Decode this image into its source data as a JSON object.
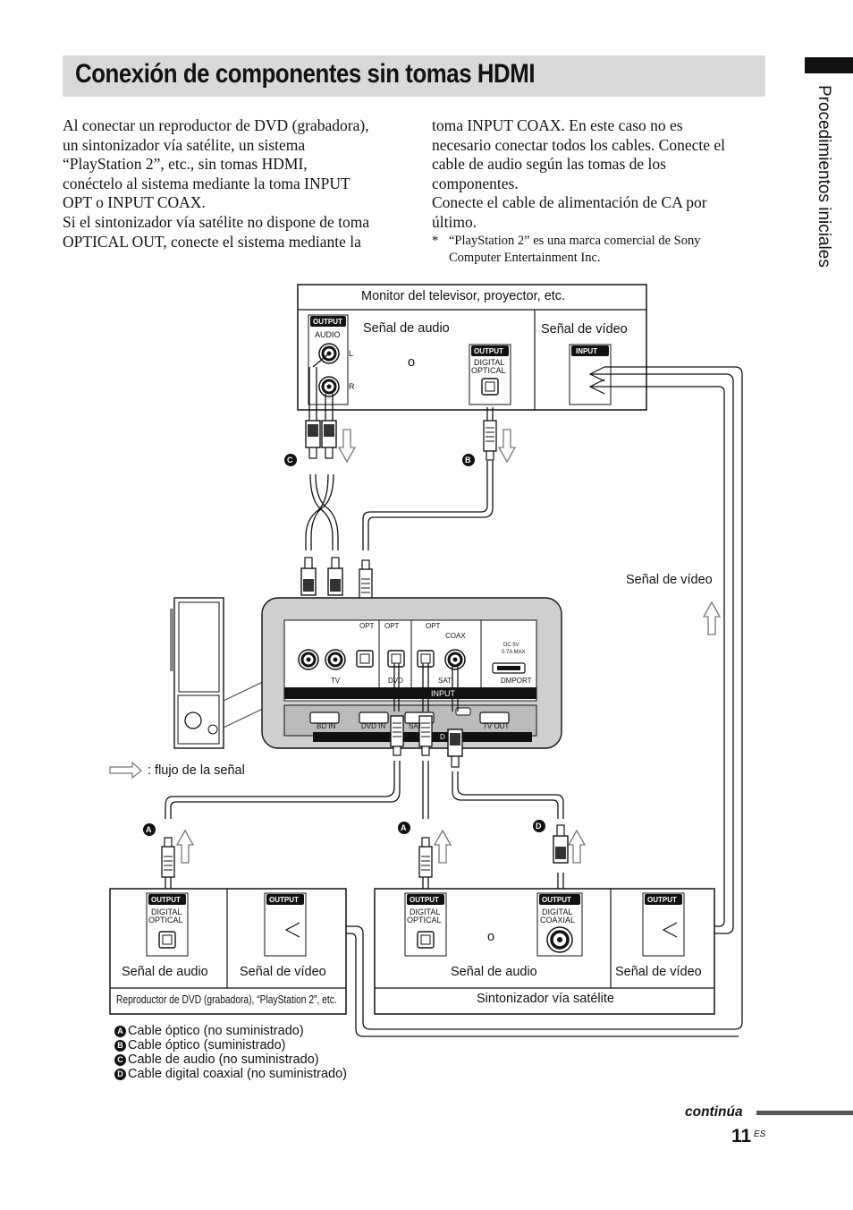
{
  "page": {
    "title": "Conexión de componentes sin tomas HDMI",
    "side_title": "Procedimientos iniciales",
    "continua": "continúa",
    "page_number": "11",
    "page_suffix": "ES"
  },
  "body": {
    "col1_lines": [
      "Al conectar un reproductor de DVD (grabadora),",
      "un sintonizador vía satélite, un sistema",
      "“PlayStation 2”, etc., sin tomas HDMI,",
      "conéctelo al sistema mediante la toma INPUT",
      "OPT o INPUT COAX.",
      "Si el sintonizador vía satélite no dispone de toma",
      "OPTICAL OUT, conecte el sistema mediante la"
    ],
    "col2_lines": [
      "toma INPUT COAX. En este caso no es",
      "necesario conectar todos los cables. Conecte el",
      "cable de audio según las tomas de los",
      "componentes.",
      "Conecte el cable de alimentación de CA por",
      "último."
    ],
    "footnote_mark": "*",
    "footnote_lines": [
      "“PlayStation 2” es una marca comercial de Sony",
      "Computer Entertainment Inc."
    ]
  },
  "diagram": {
    "tv_box_title": "Monitor del televisor, proyector, etc.",
    "tv_audio_signal": "Señal de audio",
    "tv_video_signal": "Señal de vídeo",
    "or_text": "o",
    "output": "OUTPUT",
    "input": "INPUT",
    "audio": "AUDIO",
    "L": "L",
    "R": "R",
    "digital": "DIGITAL",
    "optical": "OPTICAL",
    "coaxial": "COAXIAL",
    "right_video_signal": "Señal de vídeo",
    "signal_flow": ": flujo de la señal",
    "panel": {
      "opt": "OPT",
      "coax": "COAX",
      "tv": "TV",
      "dvd": "DVD",
      "sat": "SAT",
      "dmport": "DMPORT",
      "dc": "DC 5V",
      "ma": "0.7A MAX",
      "input": "INPUT",
      "bd_in": "BD IN",
      "dvd_in": "DVD IN",
      "sat_in": "SAT",
      "tv_out": "TV OUT",
      "hdmi_partial": "D"
    },
    "dvd_audio_signal": "Señal de audio",
    "dvd_video_signal": "Señal de vídeo",
    "dvd_caption": "Reproductor de DVD (grabadora), “PlayStation 2”, etc.",
    "sat_audio_signal": "Señal de audio",
    "sat_video_signal": "Señal de vídeo",
    "sat_caption": "Sintonizador vía satélite",
    "markers": {
      "a": "A",
      "b": "B",
      "c": "C",
      "d": "D"
    }
  },
  "legend": [
    {
      "marker": "A",
      "text": "Cable óptico (no suministrado)"
    },
    {
      "marker": "B",
      "text": "Cable óptico (suministrado)"
    },
    {
      "marker": "C",
      "text": "Cable de audio (no suministrado)"
    },
    {
      "marker": "D",
      "text": "Cable digital coaxial (no suministrado)"
    }
  ]
}
